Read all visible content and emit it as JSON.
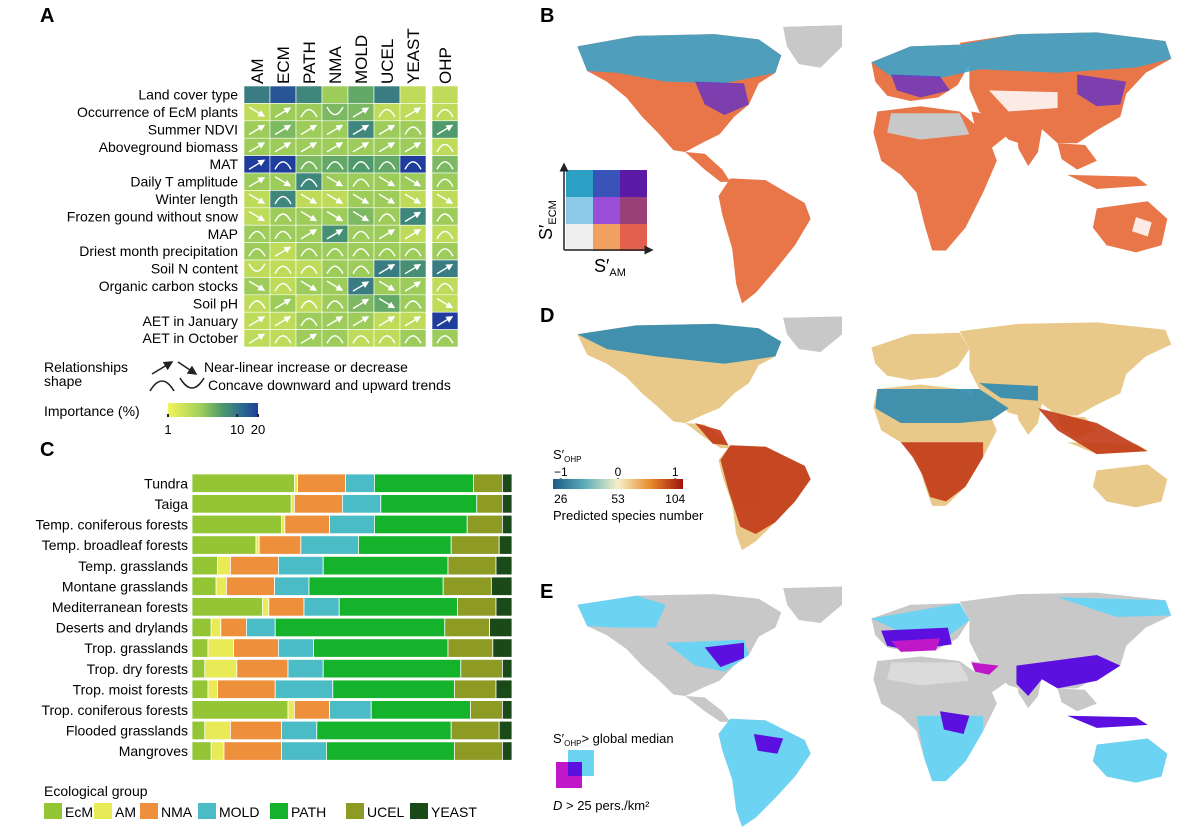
{
  "panels": {
    "a": "A",
    "b": "B",
    "c": "C",
    "d": "D",
    "e": "E"
  },
  "colors": {
    "ecm": "#93c534",
    "am": "#e8eb55",
    "nma": "#ee8f3c",
    "mold": "#4bbcc6",
    "path": "#15b32b",
    "ucel": "#8d9a24",
    "yeast": "#1a4a18",
    "land_gray": "#c8c8c8",
    "ocean": "#ffffff",
    "heat_low": "#e8f061",
    "heat_mid": "#5aa46c",
    "heat_high": "#1f3d9c",
    "ohp_low": "#1e5f88",
    "ohp_mid": "#f5efc8",
    "ohp_high": "#b0180b",
    "e_light": "#6dd3f2",
    "e_purple": "#5c10e0",
    "e_magenta": "#c018c8"
  },
  "heatmap": {
    "columns": [
      "AM",
      "ECM",
      "PATH",
      "NMA",
      "MOLD",
      "UCEL",
      "YEAST",
      "OHP"
    ],
    "rows": [
      {
        "label": "Land cover type",
        "imp": [
          9,
          15,
          8,
          3,
          5,
          9,
          2,
          2
        ],
        "shape": [
          "",
          "",
          "",
          "",
          "",
          "",
          "",
          ""
        ]
      },
      {
        "label": "Occurrence of EcM plants",
        "imp": [
          2,
          3,
          3,
          4,
          4,
          2,
          2,
          2
        ],
        "shape": [
          "down",
          "up",
          "cap",
          "cup",
          "up",
          "cap",
          "up",
          "cap"
        ]
      },
      {
        "label": "Summer NDVI",
        "imp": [
          3,
          4,
          3,
          3,
          8,
          3,
          3,
          6
        ],
        "shape": [
          "up",
          "up",
          "up",
          "up",
          "up",
          "up",
          "cap",
          "up"
        ]
      },
      {
        "label": "Aboveground biomass",
        "imp": [
          3,
          3,
          3,
          3,
          3,
          3,
          3,
          2
        ],
        "shape": [
          "up",
          "up",
          "up",
          "up",
          "up",
          "up",
          "up",
          "cap"
        ]
      },
      {
        "label": "MAT",
        "imp": [
          20,
          20,
          4,
          5,
          6,
          5,
          20,
          4
        ],
        "shape": [
          "up",
          "cap",
          "cap",
          "cap",
          "cap",
          "cap",
          "cap",
          "cap"
        ]
      },
      {
        "label": "Daily T amplitude",
        "imp": [
          3,
          3,
          8,
          3,
          3,
          3,
          3,
          3
        ],
        "shape": [
          "up",
          "down",
          "cap",
          "down",
          "cap",
          "down",
          "down",
          "cap"
        ]
      },
      {
        "label": "Winter length",
        "imp": [
          2,
          8,
          2,
          2,
          3,
          3,
          2,
          2
        ],
        "shape": [
          "down",
          "cap",
          "down",
          "down",
          "down",
          "down",
          "down",
          "down"
        ]
      },
      {
        "label": "Frozen gound without snow",
        "imp": [
          2,
          3,
          3,
          3,
          4,
          3,
          8,
          3
        ],
        "shape": [
          "down",
          "cap",
          "down",
          "down",
          "down",
          "cap",
          "up",
          "cap"
        ]
      },
      {
        "label": "MAP",
        "imp": [
          3,
          3,
          3,
          7,
          3,
          3,
          2,
          2
        ],
        "shape": [
          "cap",
          "cap",
          "up",
          "up",
          "cap",
          "up",
          "up",
          "cap"
        ]
      },
      {
        "label": "Driest month precipitation",
        "imp": [
          3,
          2,
          3,
          3,
          3,
          3,
          3,
          3
        ],
        "shape": [
          "cap",
          "up",
          "cap",
          "cap",
          "cap",
          "cap",
          "cap",
          "cap"
        ]
      },
      {
        "label": "Soil N content",
        "imp": [
          2,
          2,
          2,
          3,
          3,
          9,
          7,
          9
        ],
        "shape": [
          "cup",
          "cap",
          "cap",
          "cap",
          "cap",
          "up",
          "up",
          "up"
        ]
      },
      {
        "label": "Organic carbon stocks",
        "imp": [
          3,
          2,
          3,
          3,
          9,
          3,
          3,
          2
        ],
        "shape": [
          "down",
          "cap",
          "down",
          "down",
          "up",
          "down",
          "up",
          "cap"
        ]
      },
      {
        "label": "Soil pH",
        "imp": [
          2,
          3,
          2,
          3,
          4,
          5,
          3,
          2
        ],
        "shape": [
          "cap",
          "up",
          "cap",
          "cap",
          "up",
          "down",
          "cap",
          "down"
        ]
      },
      {
        "label": "AET in January",
        "imp": [
          2,
          2,
          3,
          3,
          3,
          2,
          2,
          20
        ],
        "shape": [
          "up",
          "up",
          "cap",
          "up",
          "up",
          "up",
          "up",
          "up"
        ]
      },
      {
        "label": "AET in October",
        "imp": [
          2,
          2,
          3,
          3,
          2,
          2,
          3,
          3
        ],
        "shape": [
          "up",
          "cap",
          "up",
          "cap",
          "cap",
          "cap",
          "cap",
          "cap"
        ]
      }
    ]
  },
  "legend_a": {
    "relationships": "Relationships",
    "shape": "shape",
    "linear": "Near-linear increase or decrease",
    "concave": "Concave downward and upward trends",
    "importance": "Importance (%)",
    "ticks": [
      "1",
      "10",
      "20"
    ]
  },
  "chart_data": {
    "type": "bar",
    "orientation": "horizontal-stacked-100",
    "categories": [
      "Tundra",
      "Taiga",
      "Temp. coniferous forests",
      "Temp. broadleaf forests",
      "Temp. grasslands",
      "Montane grasslands",
      "Mediterranean forests",
      "Deserts and drylands",
      "Trop. grasslands",
      "Trop. dry forests",
      "Trop. moist forests",
      "Trop. coniferous forests",
      "Flooded grasslands",
      "Mangroves"
    ],
    "series": [
      {
        "name": "EcM",
        "values": [
          32,
          31,
          28,
          20,
          8,
          7,
          22,
          6,
          5,
          4,
          5,
          30,
          4,
          6
        ]
      },
      {
        "name": "AM",
        "values": [
          1,
          1,
          1,
          1,
          4,
          3,
          2,
          3,
          8,
          10,
          3,
          2,
          8,
          4
        ]
      },
      {
        "name": "NMA",
        "values": [
          15,
          15,
          14,
          13,
          15,
          14,
          11,
          8,
          14,
          16,
          18,
          11,
          16,
          18
        ]
      },
      {
        "name": "MOLD",
        "values": [
          9,
          12,
          14,
          18,
          14,
          10,
          11,
          9,
          11,
          11,
          18,
          13,
          11,
          14
        ]
      },
      {
        "name": "PATH",
        "values": [
          31,
          30,
          29,
          29,
          39,
          39,
          37,
          53,
          42,
          43,
          38,
          31,
          42,
          40
        ]
      },
      {
        "name": "UCEL",
        "values": [
          9,
          8,
          11,
          15,
          15,
          14,
          12,
          14,
          14,
          13,
          13,
          10,
          15,
          15
        ]
      },
      {
        "name": "YEAST",
        "values": [
          3,
          3,
          3,
          4,
          5,
          6,
          5,
          7,
          6,
          3,
          5,
          3,
          4,
          3
        ]
      }
    ],
    "legend_title": "Ecological group",
    "xlim": [
      0,
      100
    ]
  },
  "legend_b": {
    "x_label": "S′",
    "x_sub": "AM",
    "y_label": "S′",
    "y_sub": "ECM",
    "grid": [
      [
        "#2b9fc4",
        "#3954b8",
        "#5a1aa6"
      ],
      [
        "#8cc8e8",
        "#9a4ed8",
        "#9a3f78"
      ],
      [
        "#eeeeee",
        "#f0a060",
        "#e4604e"
      ]
    ]
  },
  "legend_d": {
    "label": "S′",
    "sub": "OHP",
    "top_ticks": [
      "−1",
      "0",
      "1"
    ],
    "bottom_ticks": [
      "26",
      "53",
      "104"
    ],
    "caption": "Predicted species number"
  },
  "legend_e": {
    "line1_a": "S′",
    "line1_sub": "OHP",
    "line1_b": "> global median",
    "line2_a": "D",
    "line2_b": " > 25 pers./km²"
  }
}
